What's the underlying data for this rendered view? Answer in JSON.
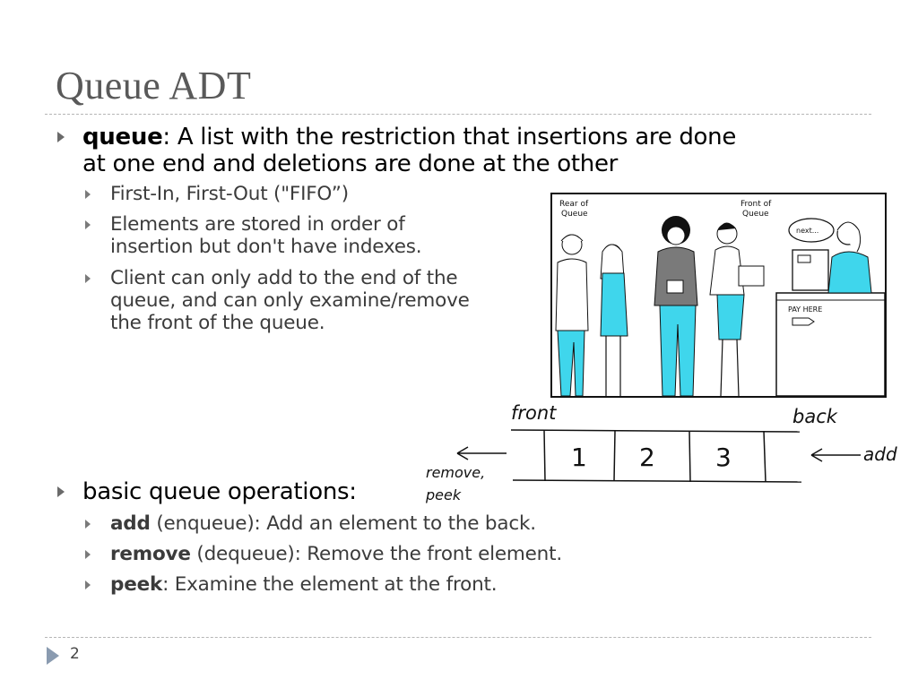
{
  "slide": {
    "title": "Queue ADT",
    "page_number": "2"
  },
  "bullets": {
    "queue_term": "queue",
    "queue_def_line1": ": A list with the restriction that insertions are done",
    "queue_def_line2": "at one end and deletions are done at the other",
    "sub1": "First-In, First-Out (\"FIFO”)",
    "sub2_line1": "Elements are stored in order of",
    "sub2_line2": "insertion but don't have indexes.",
    "sub3_line1": "Client can only add to the end of the",
    "sub3_line2": "queue, and can only examine/remove",
    "sub3_line3": "the front of the queue.",
    "ops_heading": "basic queue operations:",
    "op_add_term": "add",
    "op_add_desc": " (enqueue): Add an element to the back.",
    "op_remove_term": "remove",
    "op_remove_desc": " (dequeue): Remove the front element.",
    "op_peek_term": "peek",
    "op_peek_desc": ": Examine the element at the front."
  },
  "illustration": {
    "rear_label_1": "Rear of",
    "rear_label_2": "Queue",
    "front_label_1": "Front of",
    "front_label_2": "Queue",
    "speech": "next...",
    "sign": "PAY HERE"
  },
  "diagram": {
    "front_label": "front",
    "back_label": "back",
    "remove_label": "remove,",
    "peek_label": "peek",
    "add_label": "add",
    "cells": [
      "1",
      "2",
      "3"
    ]
  },
  "colors": {
    "title": "#595959",
    "clothing_cyan": "#3fd6ec",
    "footer_arrow": "#8a9bb0"
  }
}
